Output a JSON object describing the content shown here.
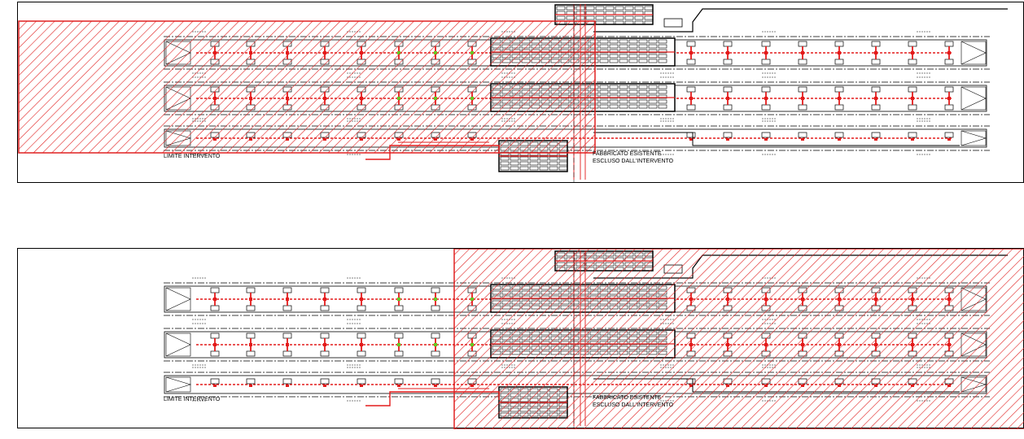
{
  "drawing": {
    "colors": {
      "hatch": "#e02020",
      "route": "#e31b1b",
      "accent": "#66cc22",
      "line": "#000000"
    },
    "panels": [
      {
        "id": "top",
        "hatched_zone": "left",
        "labels": {
          "limit": "LIMITE INTERVENTO",
          "building_line1": "FABBRICATO ESISTENTE",
          "building_line2": "ESCLUSO DALL'INTERVENTO"
        }
      },
      {
        "id": "bottom",
        "hatched_zone": "right",
        "labels": {
          "limit": "LIMITE INTERVENTO",
          "building_line1": "FABBRICATO ESISTENTE",
          "building_line2": "ESCLUSO DALL'INTERVENTO"
        }
      }
    ]
  }
}
